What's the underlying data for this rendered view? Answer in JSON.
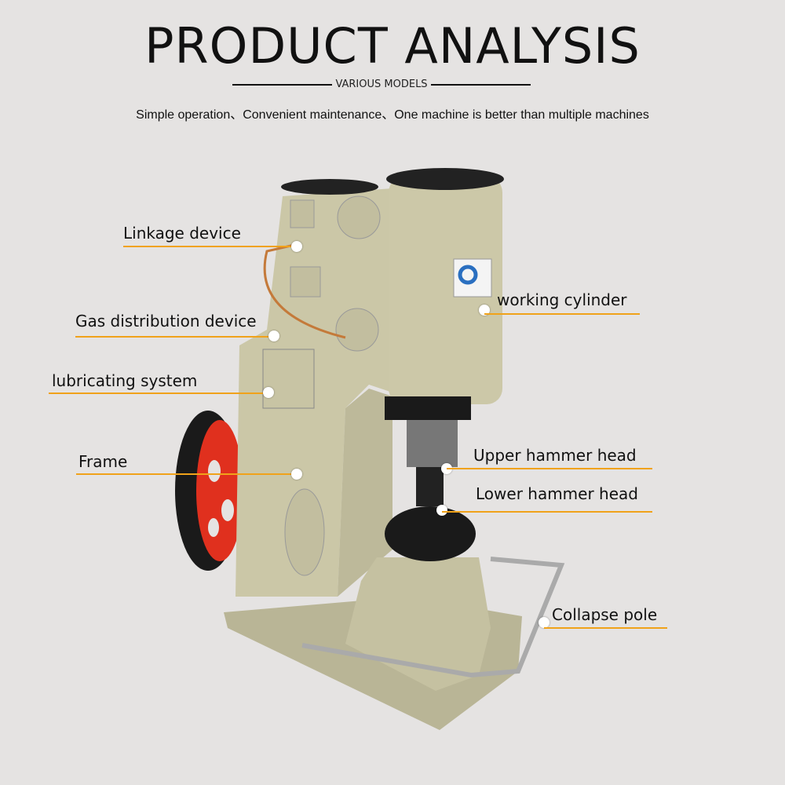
{
  "header": {
    "title": "PRODUCT ANALYSIS",
    "subtitle": "VARIOUS MODELS",
    "tagline": "Simple operation、Convenient maintenance、One machine is better than multiple machines"
  },
  "labels": {
    "linkage": "Linkage device",
    "gas": "Gas distribution device",
    "lubricating": "lubricating system",
    "frame": "Frame",
    "cylinder": "working cylinder",
    "upper": "Upper hammer head",
    "lower": "Lower hammer head",
    "pole": "Collapse pole"
  },
  "colors": {
    "accent": "#f0a21a",
    "machine": "#c9c5a5",
    "wheel": "#e0301e"
  }
}
